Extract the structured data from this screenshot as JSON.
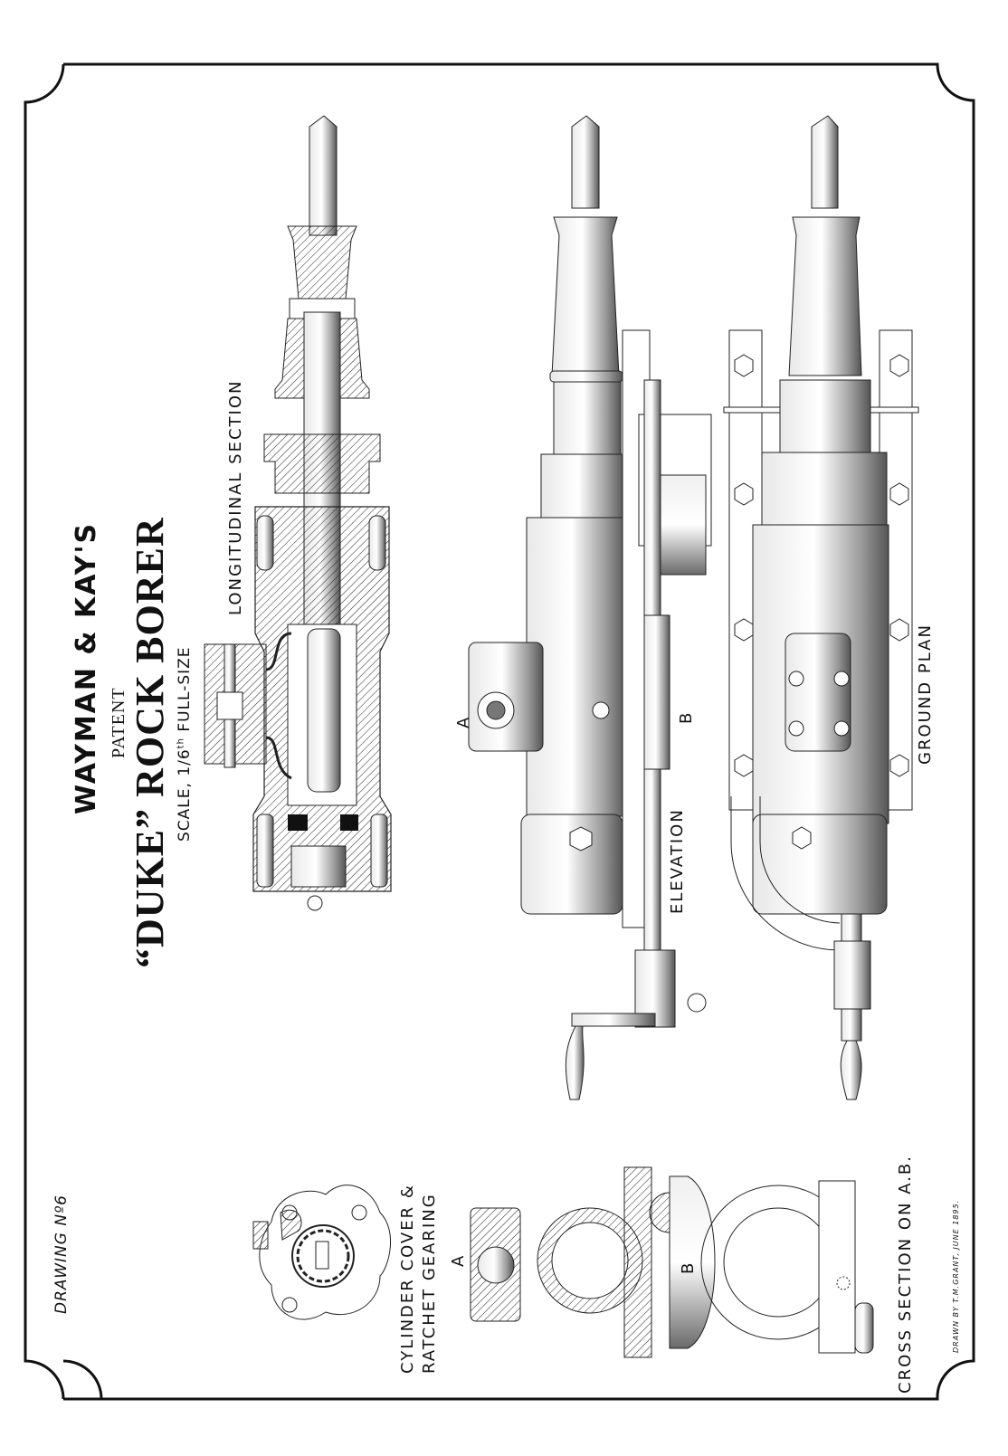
{
  "sheet": {
    "drawing_number": "DRAWING Nº6",
    "title": {
      "company": "WAYMAN & KAY'S",
      "patent": "PATENT",
      "product": "“DUKE” ROCK BORER",
      "scale_prefix": "SCALE,",
      "scale_value": "1/6",
      "scale_sup": "th",
      "scale_suffix": "FULL-SIZE"
    },
    "views": {
      "longitudinal_section": "LONGITUDINAL SECTION",
      "elevation": "ELEVATION",
      "ground_plan": "GROUND PLAN",
      "cylinder_cover_line1": "CYLINDER COVER &",
      "cylinder_cover_line2": "RATCHET GEARING",
      "cross_section": "CROSS SECTION ON A.B."
    },
    "section_markers": {
      "elevation_a": "A",
      "elevation_b": "B",
      "cross_a": "A",
      "cross_b": "B"
    },
    "credit": "DRAWN BY T.M.GRANT, JUNE 1895."
  }
}
